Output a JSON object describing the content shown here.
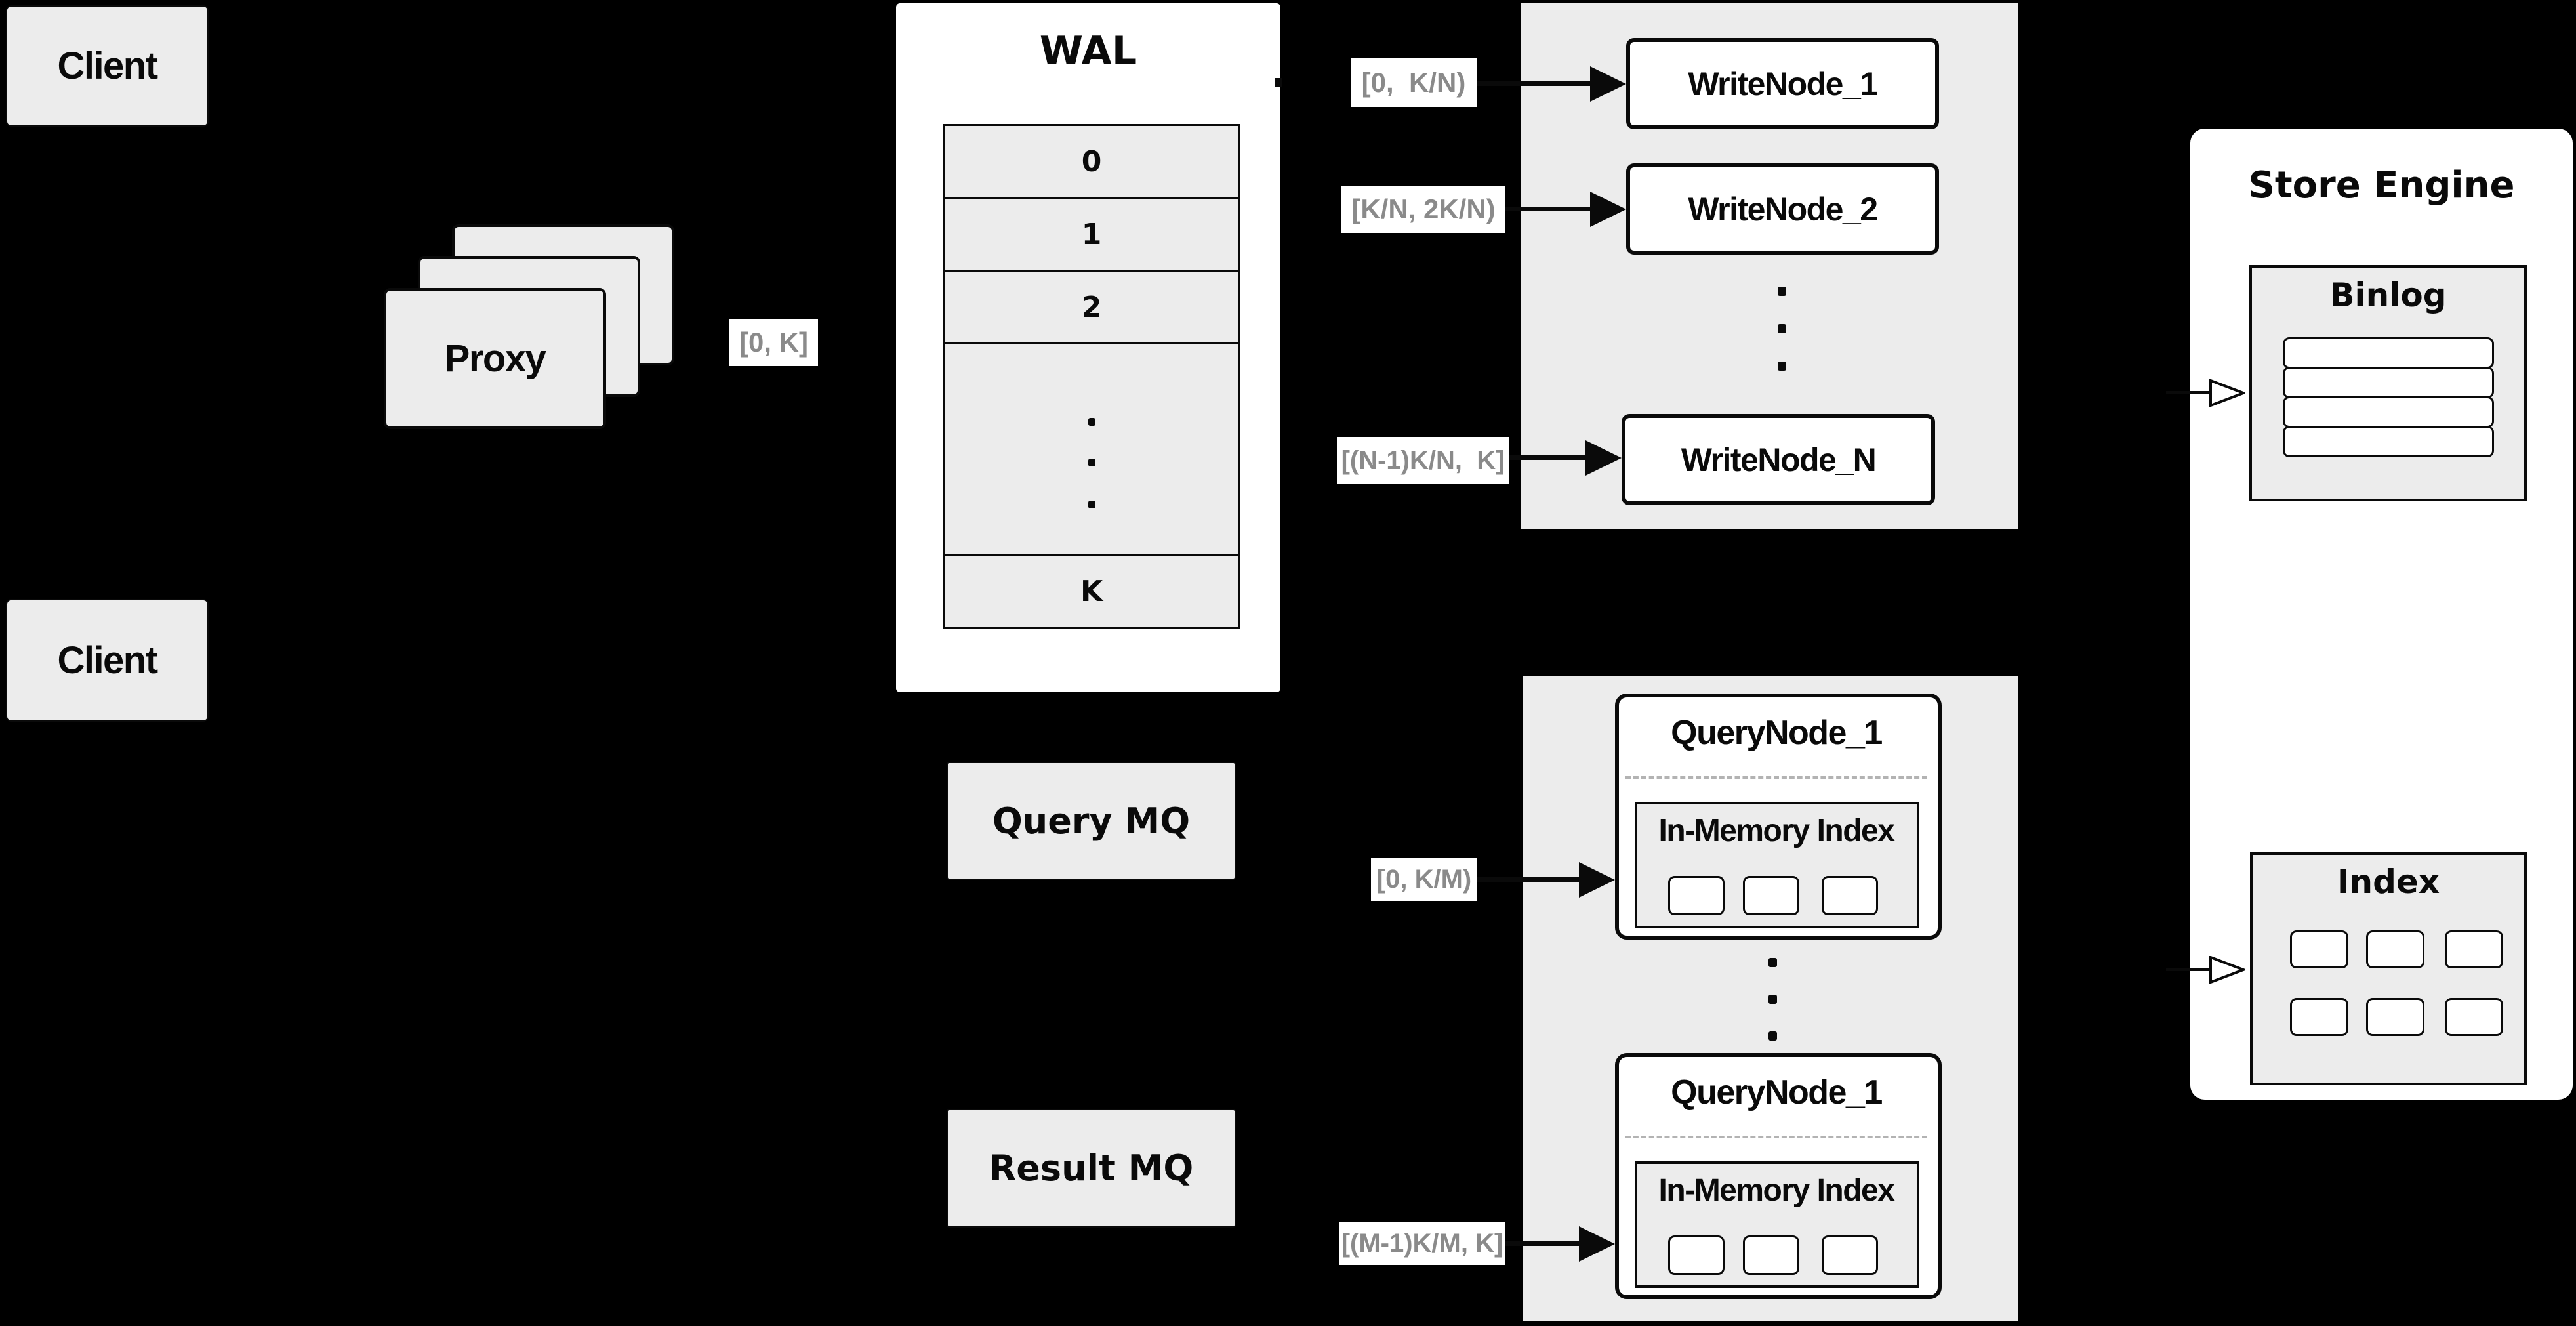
{
  "colors": {
    "background": "#000000",
    "panel_gray": "#ececec",
    "box_white": "#ffffff",
    "ink_black": "#0a0a0a",
    "label_text_gray": "#8a8a8a"
  },
  "clients": {
    "top": "Client",
    "bottom": "Client"
  },
  "proxy": {
    "label": "Proxy",
    "range": "[0, K]"
  },
  "wal": {
    "title": "WAL",
    "segments": [
      "0",
      "1",
      "2"
    ],
    "last_segment": "K"
  },
  "write_nodes": {
    "items": [
      {
        "range": "[0,  K/N)",
        "name": "WriteNode_1"
      },
      {
        "range": "[K/N, 2K/N)",
        "name": "WriteNode_2"
      },
      {
        "range": "[(N-1)K/N,  K]",
        "name": "WriteNode_N"
      }
    ]
  },
  "query_nodes": {
    "items": [
      {
        "range": "[0, K/M)",
        "name": "QueryNode_1",
        "memory_title": "In-Memory Index"
      },
      {
        "range": "[(M-1)K/M, K]",
        "name": "QueryNode_1",
        "memory_title": "In-Memory Index"
      }
    ]
  },
  "queues": {
    "query": "Query MQ",
    "result": "Result MQ"
  },
  "store": {
    "title": "Store Engine",
    "binlog": "Binlog",
    "index": "Index"
  }
}
